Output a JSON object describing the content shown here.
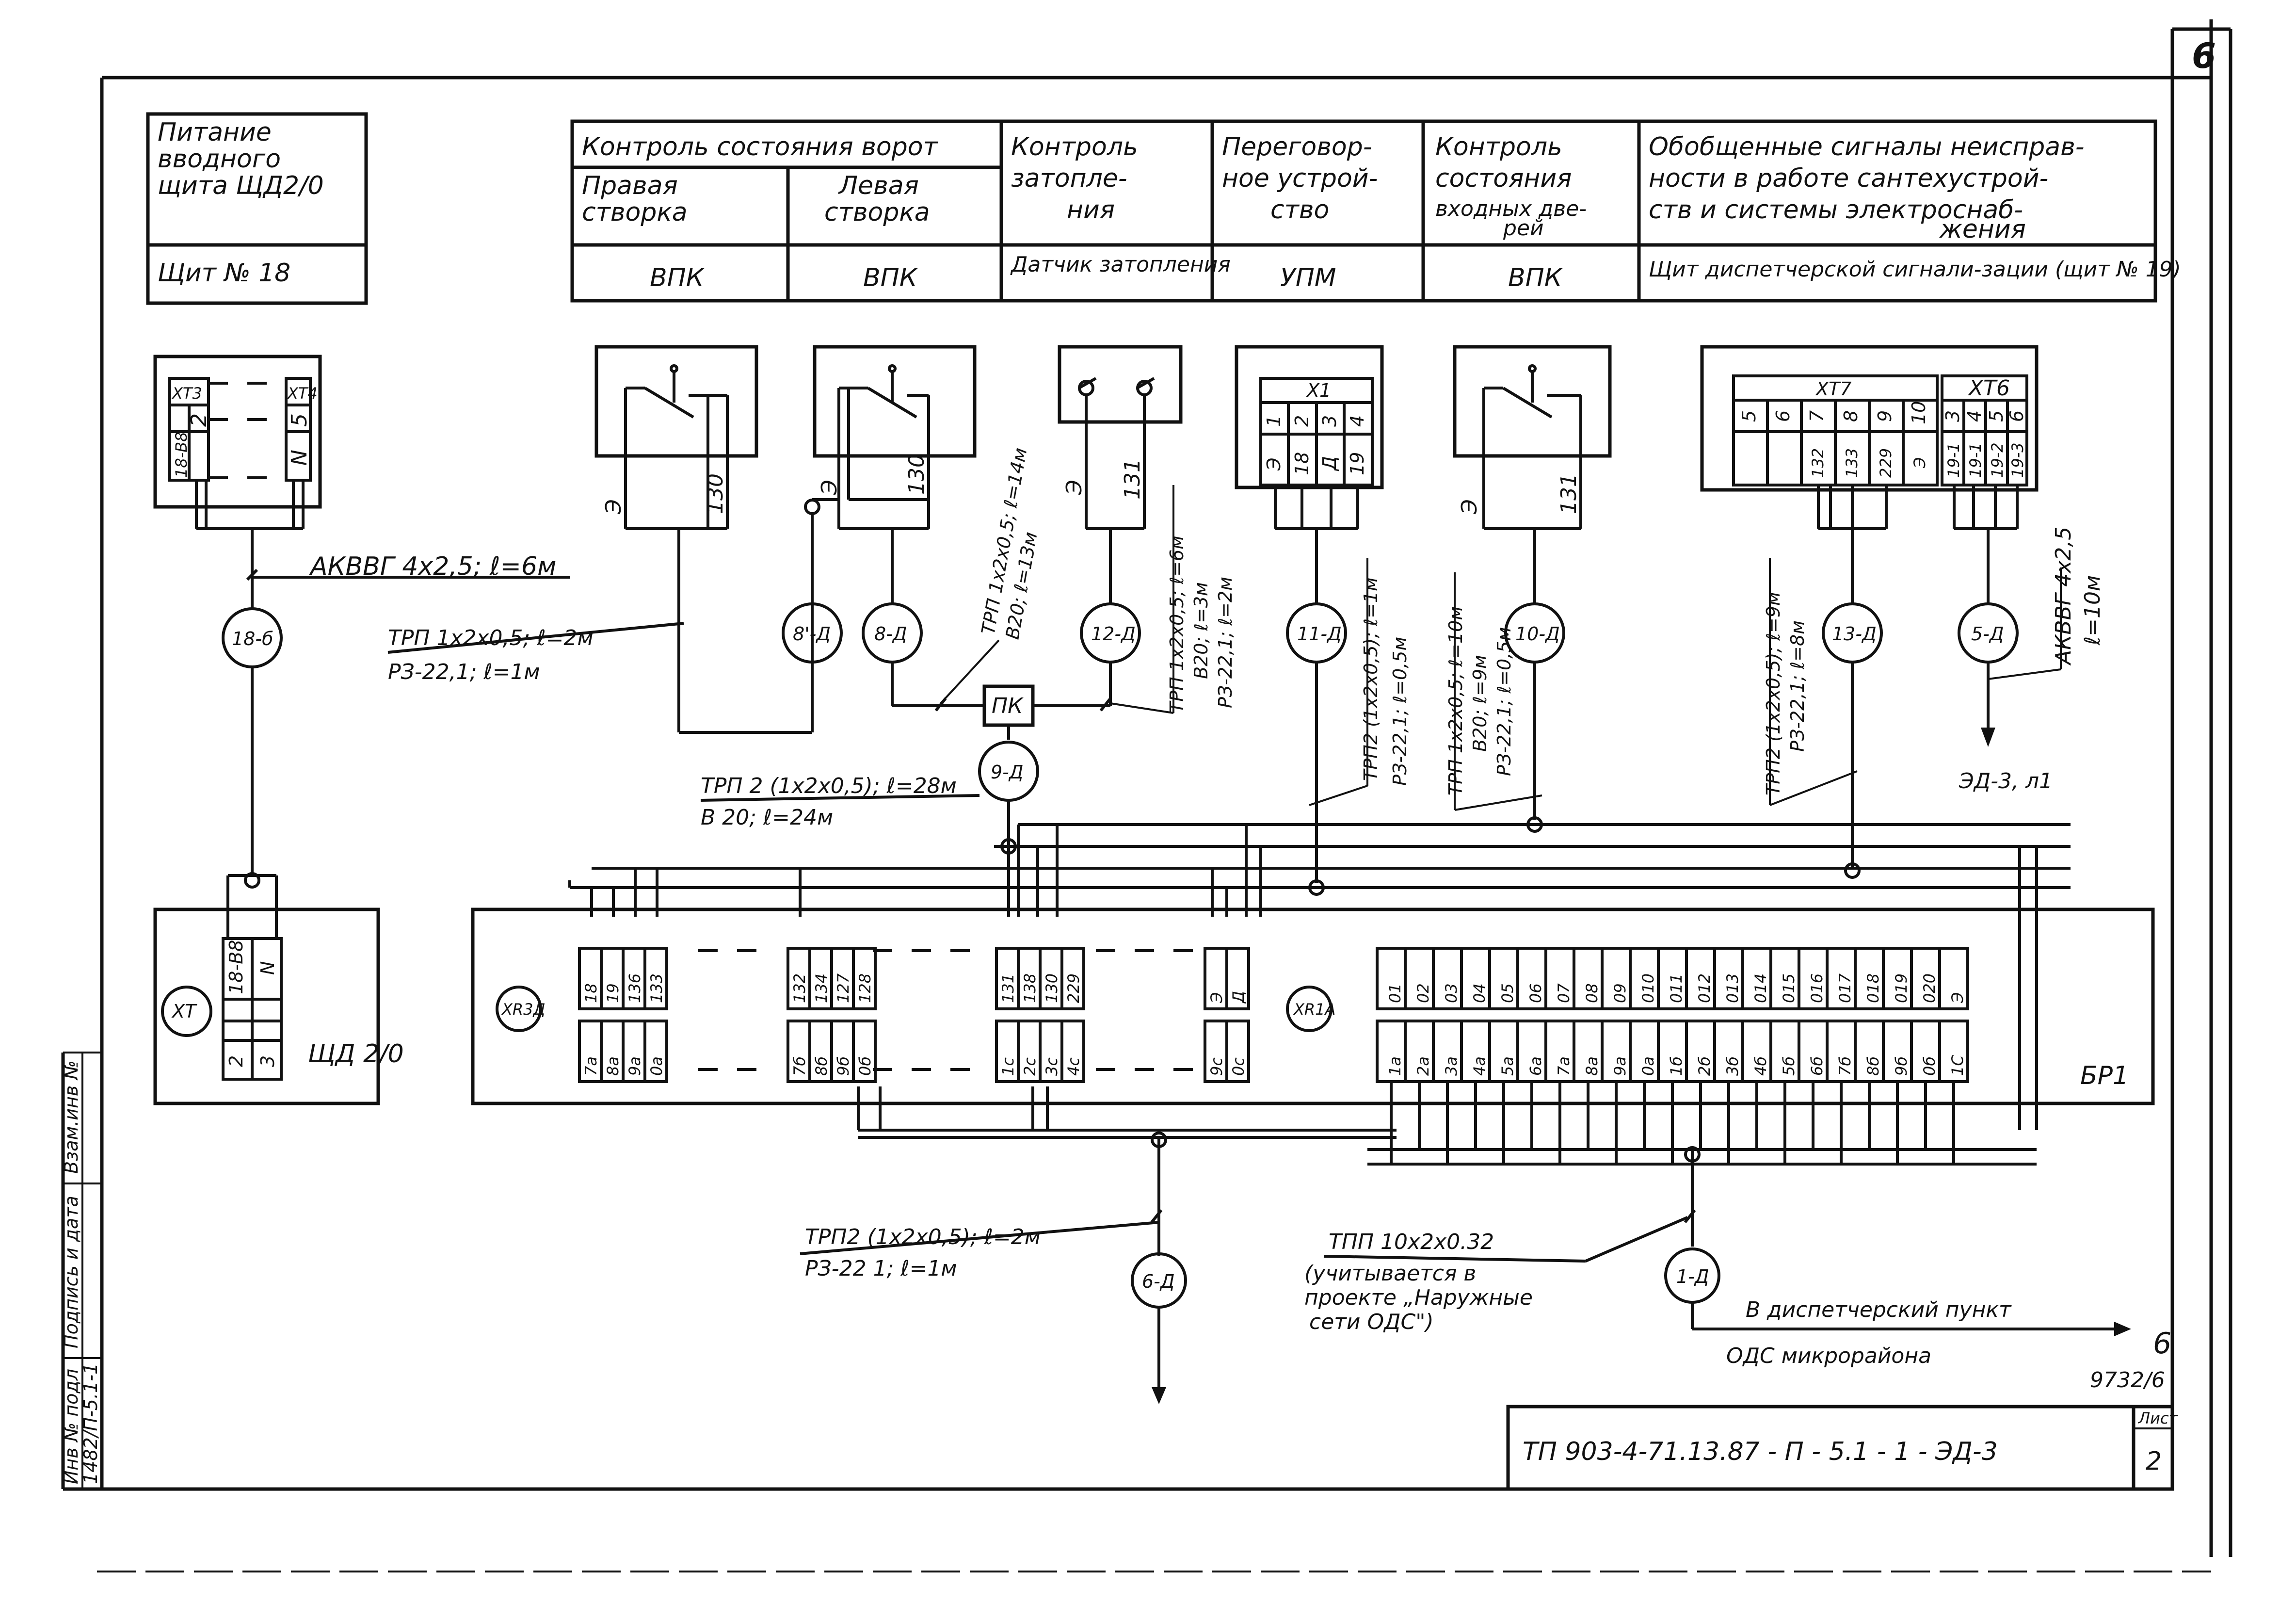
{
  "sheet": {
    "corner_number": "6",
    "side_stamp": [
      "Инв № подл",
      "1482/П-5.1-1",
      "Подпись и дата",
      "Взам.инв №"
    ],
    "title_block": {
      "code": "ТП  903-4-71.13.87 - П - 5.1 - 1 - ЭД-3",
      "list_label": "Лист",
      "list_no": "2",
      "sheet_number": "6",
      "drawing_no": "9732/6"
    }
  },
  "power_header": {
    "title_lines": [
      "Питание",
      "вводного",
      "щита ЩД2/0"
    ],
    "shield": "Щит № 18"
  },
  "header_table": {
    "group_title": "Контроль состояния ворот",
    "columns": [
      {
        "title": [
          "Правая",
          "створка"
        ],
        "device": "ВПК"
      },
      {
        "title": [
          "Левая",
          "створка"
        ],
        "device": "ВПК"
      },
      {
        "title": [
          "Контроль",
          "затопле-",
          "ния"
        ],
        "device": "Датчик затопления"
      },
      {
        "title": [
          "Переговор-",
          "ное устрой-",
          "ство"
        ],
        "device": "УПМ"
      },
      {
        "title": [
          "Контроль",
          "состояния",
          "входных две-",
          "рей"
        ],
        "device": "ВПК"
      },
      {
        "title": [
          "Обобщенные сигналы неисправ-",
          "ности в работе сантехустрой-",
          "ств и системы электроснаб-",
          "жения"
        ],
        "device": "Щит диспетчерской сигнали-зации (щит № 19)"
      }
    ]
  },
  "devices": {
    "d18b": "18-б",
    "d8prime": "8'-Д",
    "d8": "8-Д",
    "d12": "12-Д",
    "d11": "11-Д",
    "d10": "10-Д",
    "d13": "13-Д",
    "d5": "5-Д",
    "d9": "9-Д",
    "d6": "6-Д",
    "d1": "1-Д",
    "pk": "ПК",
    "xt": "ХТ",
    "xr3d": "XR3Д",
    "xr1a": "XR1А"
  },
  "terminals": {
    "xt3": "ХТ3",
    "xt3_n": "2",
    "xt3_w": "18-В8",
    "xt4": "ХТ4",
    "xt4_n": "5",
    "xt4_w": "N",
    "sw1_a": "Э",
    "sw1_b": "130",
    "sw2_a": "Э",
    "sw2_b": "130",
    "fl_a": "Э",
    "fl_b": "131",
    "x1": "X1",
    "x1_nums": [
      "1",
      "2",
      "3",
      "4"
    ],
    "x1_wires": [
      "Э",
      "18",
      "Д",
      "19"
    ],
    "sw3_a": "Э",
    "sw3_b": "131",
    "xt7": "ХТ7",
    "xt6": "ХТ6",
    "xt7_nums": [
      "5",
      "6",
      "7",
      "8",
      "9",
      "10"
    ],
    "xt7_wires": [
      "",
      "",
      "132",
      "133",
      "229",
      "Э"
    ],
    "xt6_nums": [
      "3",
      "4",
      "5",
      "6"
    ],
    "xt6_wires": [
      "19-1",
      "19-1",
      "19-2",
      "19-3"
    ],
    "shd_top": [
      "18-В8",
      "N"
    ],
    "shd_bot": [
      "2",
      "3"
    ],
    "shd_name": "ЩД 2/0",
    "br_name": "БР1",
    "xr3d_top": [
      "18",
      "19",
      "136",
      "133",
      "132",
      "134",
      "127",
      "128",
      "131",
      "138",
      "130",
      "229",
      "Э",
      "Д"
    ],
    "xr3d_bot": [
      "7а",
      "8а",
      "9а",
      "0а",
      "7б",
      "8б",
      "9б",
      "0б",
      "1с",
      "2с",
      "3с",
      "4с",
      "9с",
      "0с"
    ],
    "xr1a_top": [
      "01",
      "02",
      "03",
      "04",
      "05",
      "06",
      "07",
      "08",
      "09",
      "010",
      "011",
      "012",
      "013",
      "014",
      "015",
      "016",
      "017",
      "018",
      "019",
      "020",
      "Э"
    ],
    "xr1a_bot": [
      "1а",
      "2а",
      "3а",
      "4а",
      "5а",
      "6а",
      "7а",
      "8а",
      "9а",
      "0а",
      "1б",
      "2б",
      "3б",
      "4б",
      "5б",
      "6б",
      "7б",
      "8б",
      "9б",
      "0б",
      "1С"
    ]
  },
  "cables": {
    "akvvg": "АКВВГ 4х2,5; ℓ=6м",
    "trp1_a": "ТРП 1х2х0,5; ℓ=2м",
    "trp1_b": "РЗ-22,1; ℓ=1м",
    "trp_8_a": "ТРП 1х2х0,5; ℓ=14м",
    "trp_8_b": "В20; ℓ=13м",
    "trp_12_a": "ТРП 1х2х0,5; ℓ=6м",
    "trp_12_b": "В20; ℓ=3м",
    "trp_12_c": "РЗ-22,1; ℓ=2м",
    "trp2_9_a": "ТРП 2 (1х2х0,5); ℓ=28м",
    "trp2_9_b": "В 20; ℓ=24м",
    "trp2_11_a": "ТРП2 (1х2х0,5); ℓ=1м",
    "trp2_11_b": "РЗ-22,1; ℓ=0,5м",
    "trp_10_a": "ТРП 1х2х0,5; ℓ=10м",
    "trp_10_b": "В20; ℓ=9м",
    "trp_10_c": "РЗ-22,1; ℓ=0,5м",
    "trp2_13_a": "ТРП2 (1х2х0,5); ℓ=9м",
    "trp2_13_b": "РЗ-22,1; ℓ=8м",
    "akvvg_5_a": "АКВВГ 4х2,5",
    "akvvg_5_b": "ℓ=10м",
    "ed_ref": "ЭД-3, л1",
    "trp2_6_a": "ТРП2 (1х2х0,5); ℓ=2м",
    "trp2_6_b": "РЗ-22 1; ℓ=1м",
    "tpp_a": "ТПП 10х2х0.32",
    "tpp_b": "(учитывается в",
    "tpp_c": "проекте „Наружные",
    "tpp_d": "сети ОДС\")",
    "to_disp_a": "В диспетчерский пункт",
    "to_disp_b": "ОДС микрорайона"
  }
}
